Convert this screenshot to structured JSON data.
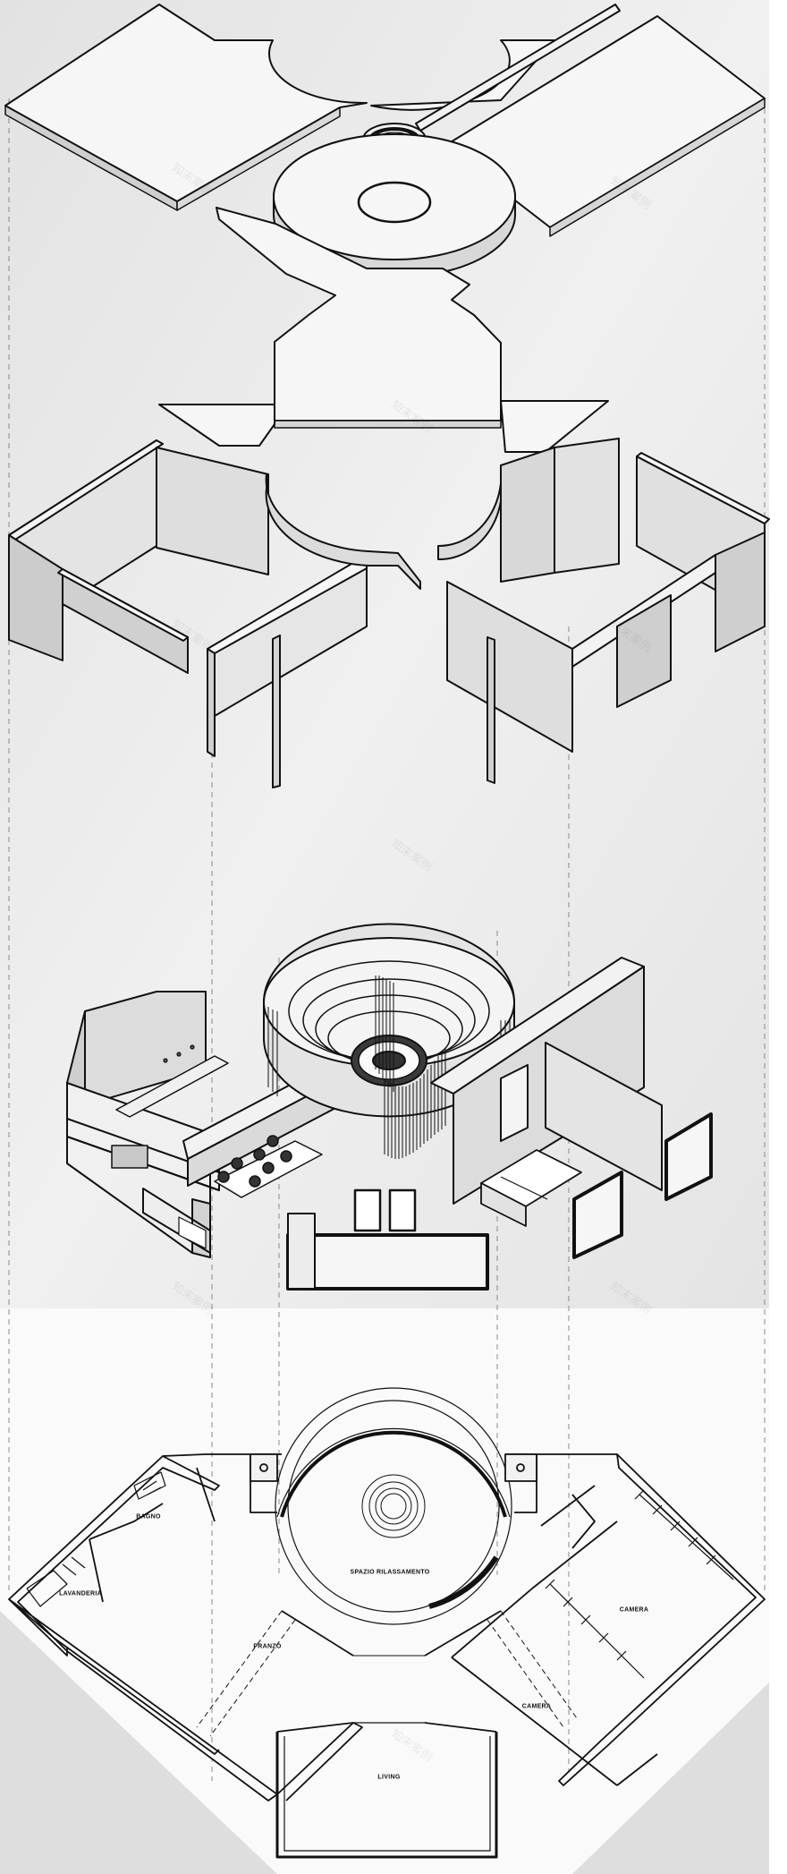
{
  "diagram": {
    "room_labels": [
      {
        "id": "bagno",
        "text": "BAGNO"
      },
      {
        "id": "lavanderia",
        "text": "LAVANDERIA"
      },
      {
        "id": "pranzo",
        "text": "PRANZO"
      },
      {
        "id": "spazio",
        "text": "SPAZIO RILASSAMENTO"
      },
      {
        "id": "camera1",
        "text": "CAMERA"
      },
      {
        "id": "camera2",
        "text": "CAMERA"
      },
      {
        "id": "living",
        "text": "LIVING"
      }
    ],
    "watermark": "知末案例",
    "colors": {
      "background": "#ececec",
      "plan_background": "#fafafa",
      "panel_top": "#f6f6f6",
      "panel_side": "#d4d4d4",
      "stroke": "#111111",
      "guide": "#8a8a8a"
    }
  }
}
